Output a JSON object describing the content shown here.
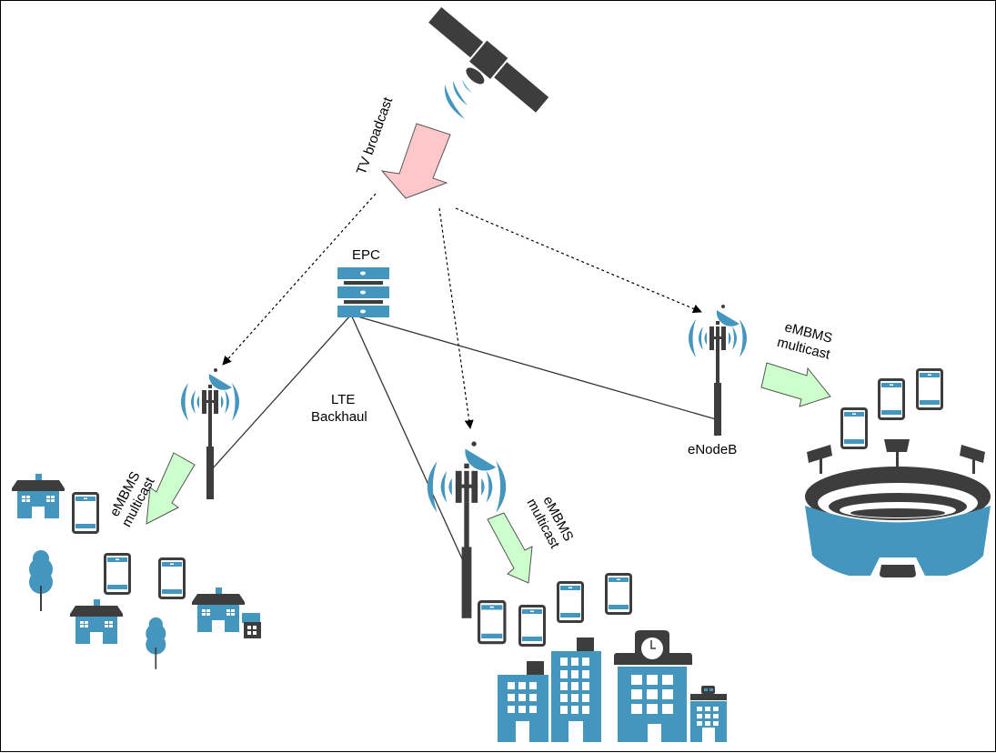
{
  "diagram": {
    "title_labels": {
      "tv_broadcast": "TV broadcast",
      "epc": "EPC",
      "lte_backhaul_line1": "LTE",
      "lte_backhaul_line2": "Backhaul",
      "enodeb": "eNodeB"
    },
    "multicast_labels": [
      {
        "line1": "eMBMS",
        "line2": "multicast"
      },
      {
        "line1": "eMBMS",
        "line2": "multicast"
      },
      {
        "line1": "eMBMS",
        "line2": "multicast"
      }
    ],
    "colors": {
      "icon_blue": "#4596bf",
      "icon_dark": "#3d3d3d",
      "tv_arrow_fill": "#ffc7c9",
      "multicast_arrow_fill": "#ccffcc",
      "line": "#333333"
    },
    "nodes": [
      {
        "id": "satellite",
        "icon": "satellite-icon"
      },
      {
        "id": "epc",
        "icon": "server-stack-icon"
      },
      {
        "id": "tower-left",
        "icon": "cell-tower-icon"
      },
      {
        "id": "tower-center",
        "icon": "cell-tower-icon"
      },
      {
        "id": "tower-right",
        "icon": "cell-tower-icon"
      },
      {
        "id": "residential-area",
        "icon": "houses-icon"
      },
      {
        "id": "city-area",
        "icon": "buildings-icon"
      },
      {
        "id": "stadium",
        "icon": "stadium-icon"
      }
    ]
  }
}
